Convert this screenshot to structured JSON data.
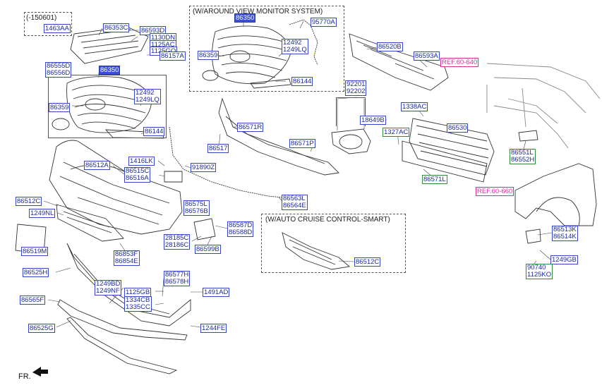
{
  "sections": {
    "variant_top_left": "(-150601)",
    "around_view": "(W/AROUND VIEW MONITOR SYSTEM)",
    "cruise": "(W/AUTO CRUISE CONTROL-SMART)"
  },
  "footer": {
    "direction": "FR."
  },
  "colors": {
    "label_text": "#1d2a9b",
    "label_border": "#3546c9",
    "highlight": "#3a4fd6",
    "ref": "#d62f9b",
    "green": "#2e8b3a"
  },
  "labels": [
    {
      "id": "1463AA",
      "lines": [
        "1463AA"
      ]
    },
    {
      "id": "86353C",
      "lines": [
        "86353C"
      ]
    },
    {
      "id": "86593D",
      "lines": [
        "86593D"
      ]
    },
    {
      "id": "1130DN",
      "lines": [
        "1130DN"
      ]
    },
    {
      "id": "1125AC",
      "lines": [
        "1125AC"
      ]
    },
    {
      "id": "1125GO",
      "lines": [
        "1125GO"
      ]
    },
    {
      "id": "86157A",
      "lines": [
        "86157A"
      ]
    },
    {
      "id": "86555D",
      "lines": [
        "86555D",
        "86556D"
      ]
    },
    {
      "id": "86350a",
      "lines": [
        "86350"
      ]
    },
    {
      "id": "86359a",
      "lines": [
        "86359"
      ]
    },
    {
      "id": "12492a",
      "lines": [
        "12492",
        "1249LQ"
      ]
    },
    {
      "id": "86144a",
      "lines": [
        "86144"
      ]
    },
    {
      "id": "86350b",
      "lines": [
        "86350"
      ]
    },
    {
      "id": "95770A",
      "lines": [
        "95770A"
      ]
    },
    {
      "id": "86359b",
      "lines": [
        "86359"
      ]
    },
    {
      "id": "12492b",
      "lines": [
        "12492",
        "1249LQ"
      ]
    },
    {
      "id": "86144b",
      "lines": [
        "86144"
      ]
    },
    {
      "id": "86520B",
      "lines": [
        "86520B"
      ]
    },
    {
      "id": "86593A",
      "lines": [
        "86593A"
      ]
    },
    {
      "id": "REF640",
      "lines": [
        "REF.60-640"
      ]
    },
    {
      "id": "92201",
      "lines": [
        "92201",
        "92202"
      ]
    },
    {
      "id": "18649B",
      "lines": [
        "18649B"
      ]
    },
    {
      "id": "1338AC",
      "lines": [
        "1338AC"
      ]
    },
    {
      "id": "86571R",
      "lines": [
        "86571R"
      ]
    },
    {
      "id": "86517",
      "lines": [
        "86517"
      ]
    },
    {
      "id": "86571P",
      "lines": [
        "86571P"
      ]
    },
    {
      "id": "1327AC",
      "lines": [
        "1327AC"
      ]
    },
    {
      "id": "86530",
      "lines": [
        "86530"
      ]
    },
    {
      "id": "86551L",
      "lines": [
        "86551L",
        "86552H"
      ]
    },
    {
      "id": "86571L",
      "lines": [
        "86571L"
      ]
    },
    {
      "id": "REF660",
      "lines": [
        "REF.60-660"
      ]
    },
    {
      "id": "86512A",
      "lines": [
        "86512A"
      ]
    },
    {
      "id": "1416LK",
      "lines": [
        "1416LK"
      ]
    },
    {
      "id": "86515C",
      "lines": [
        "86515C",
        "86516A"
      ]
    },
    {
      "id": "91890Z",
      "lines": [
        "91890Z"
      ]
    },
    {
      "id": "86563L",
      "lines": [
        "86563L",
        "86564E"
      ]
    },
    {
      "id": "86512C",
      "lines": [
        "86512C"
      ]
    },
    {
      "id": "86575L",
      "lines": [
        "86575L",
        "86576B"
      ]
    },
    {
      "id": "1249NL",
      "lines": [
        "1249NL"
      ]
    },
    {
      "id": "86587D",
      "lines": [
        "86587D",
        "86588D"
      ]
    },
    {
      "id": "28185C",
      "lines": [
        "28185C",
        "28186C"
      ]
    },
    {
      "id": "86599B",
      "lines": [
        "86599B"
      ]
    },
    {
      "id": "86519M",
      "lines": [
        "86519M"
      ]
    },
    {
      "id": "86853F",
      "lines": [
        "86853F",
        "86854E"
      ]
    },
    {
      "id": "86512Cb",
      "lines": [
        "86512C"
      ]
    },
    {
      "id": "86513K",
      "lines": [
        "86513K",
        "86514K"
      ]
    },
    {
      "id": "1249GB",
      "lines": [
        "1249GB"
      ]
    },
    {
      "id": "90740",
      "lines": [
        "90740",
        "1125KO"
      ]
    },
    {
      "id": "86525H",
      "lines": [
        "86525H"
      ]
    },
    {
      "id": "86577H",
      "lines": [
        "86577H",
        "86578H"
      ]
    },
    {
      "id": "1249BD",
      "lines": [
        "1249BD",
        "1249NF"
      ]
    },
    {
      "id": "1125GB",
      "lines": [
        "1125GB"
      ]
    },
    {
      "id": "1491AD",
      "lines": [
        "1491AD"
      ]
    },
    {
      "id": "86565F",
      "lines": [
        "86565F"
      ]
    },
    {
      "id": "1334CB",
      "lines": [
        "1334CB",
        "1335CC"
      ]
    },
    {
      "id": "86525G",
      "lines": [
        "86525G"
      ]
    },
    {
      "id": "1244FE",
      "lines": [
        "1244FE"
      ]
    }
  ]
}
